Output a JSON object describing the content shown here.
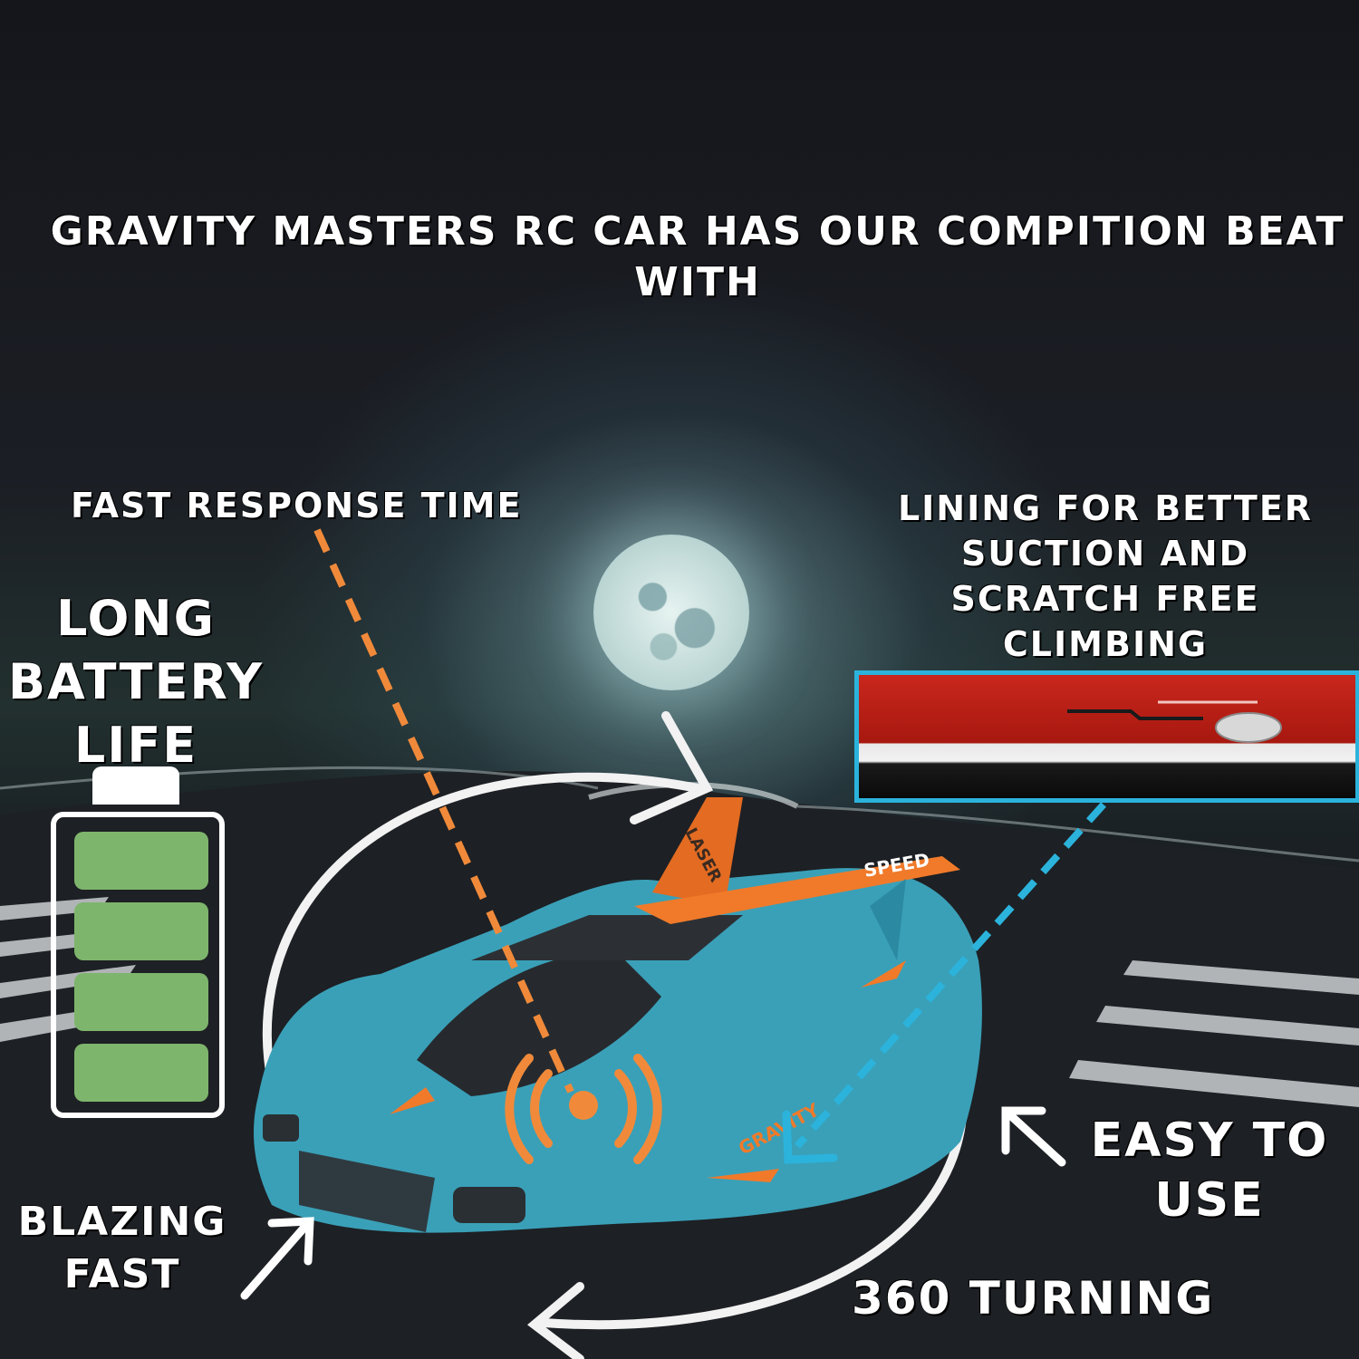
{
  "headline": "GRAVITY MASTERS RC CAR HAS OUR COMPITION BEAT WITH",
  "features": {
    "fast_response": "FAST RESPONSE TIME",
    "lining": "LINING FOR BETTER SUCTION AND SCRATCH FREE CLIMBING",
    "battery": "LONG BATTERY LIFE",
    "blazing": "BLAZING FAST",
    "easy": "EASY TO USE",
    "turning": "360 TURNING"
  },
  "car_decals": {
    "wing": "SPEED",
    "fin": "LASER",
    "side": "GRAVITY"
  },
  "battery_level": 1.0,
  "battery_cells": 4,
  "colors": {
    "car_body": "#3aa0b8",
    "car_accent": "#f07a2a",
    "battery_cell": "#7eb56c",
    "response_callout": "#f08a3a",
    "lining_callout": "#2bb3dc",
    "text": "#ffffff"
  },
  "icons": [
    "moon",
    "battery-icon",
    "signal-icon",
    "rotate-arrow-icon",
    "arrow-icon"
  ]
}
